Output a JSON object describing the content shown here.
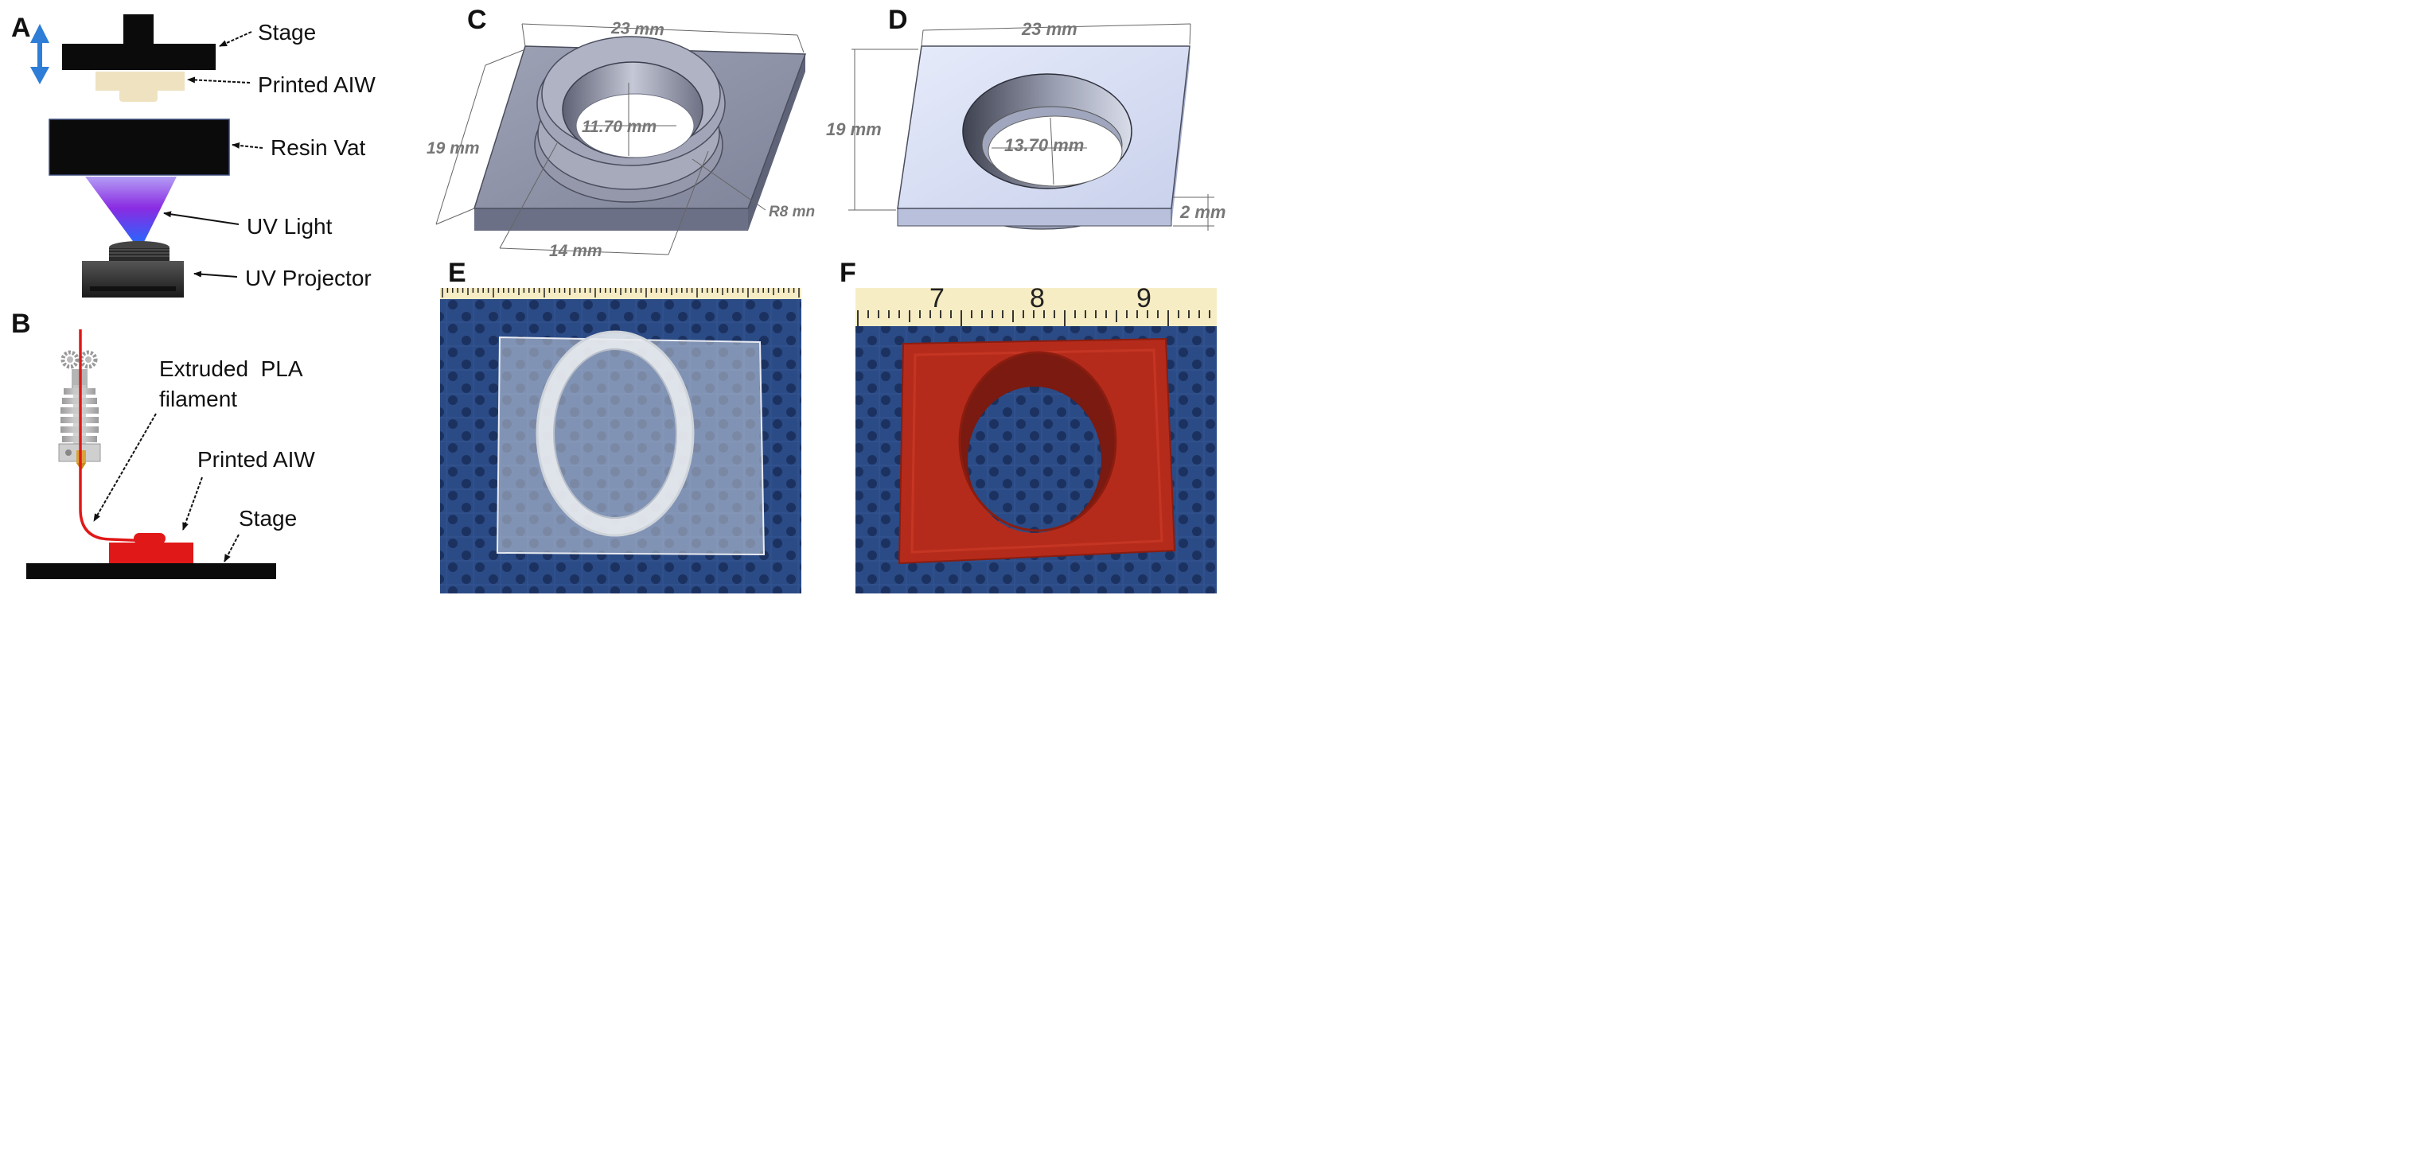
{
  "panels": {
    "a": {
      "letter": "A",
      "labels": {
        "stage": "Stage",
        "printed_aiw": "Printed AIW",
        "resin_vat": "Resin Vat",
        "uv_light": "UV Light",
        "uv_projector": "UV Projector"
      }
    },
    "b": {
      "letter": "B",
      "labels": {
        "extruded_line1": "Extruded  PLA",
        "extruded_line2": "filament",
        "printed_aiw": "Printed AIW",
        "stage": "Stage"
      }
    },
    "c": {
      "letter": "C",
      "dims": {
        "width": "23 mm",
        "height": "19 mm",
        "inner_diameter": "11.70 mm",
        "radius": "R8 mn",
        "bottom": "14 mm"
      }
    },
    "d": {
      "letter": "D",
      "dims": {
        "width": "23 mm",
        "height": "19 mm",
        "inner_diameter": "13.70 mm",
        "thickness": "2 mm"
      }
    },
    "e": {
      "letter": "E"
    },
    "f": {
      "letter": "F",
      "ruler_numbers": [
        "7",
        "8",
        "9"
      ]
    }
  },
  "colors": {
    "black_part": "#0b0b0b",
    "printed_part": "#efe2c0",
    "uv_violet": "#8a2be2",
    "uv_blue": "#1e6bff",
    "arrow_blue": "#2e7dd6",
    "filament_red": "#e01818",
    "cad_gray": "#8f93a6",
    "cad_light": "#d6ddf2",
    "fabric_blue": "#27457e",
    "ruler_yellow": "#f7edc5",
    "printed_red": "#b92a1a"
  }
}
